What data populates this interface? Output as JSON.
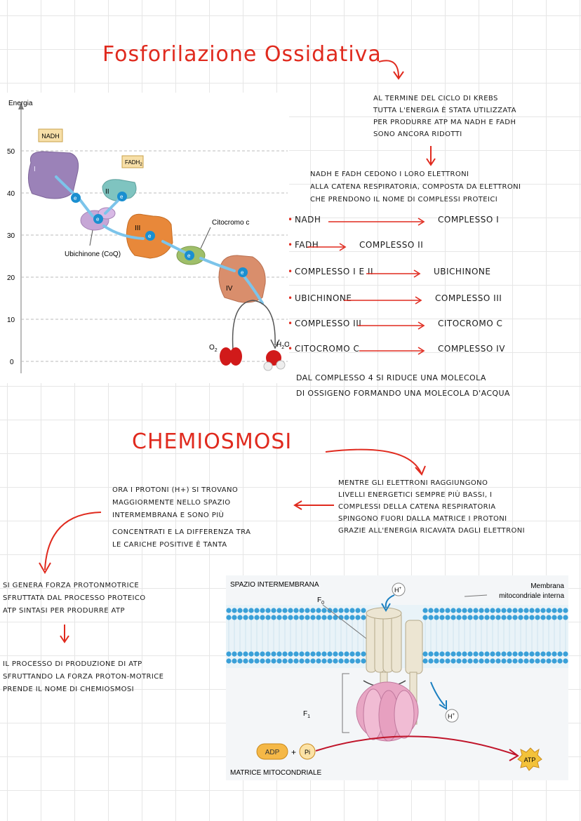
{
  "section1": {
    "title": "Fosforilazione Ossidativa",
    "note1": [
      "Al termine del ciclo di Krebs",
      "tutta l'energia è stata utilizzata",
      "per produrre ATP ma NADH e FADH",
      "sono ancora ridotti"
    ],
    "note2": [
      "NADH e FADH cedono i loro elettroni",
      "alla catena respiratoria, composta da elettroni",
      "che prendono il nome di complessi proteici"
    ],
    "steps": [
      {
        "from": "NADH",
        "to": "Complesso I"
      },
      {
        "from": "FADH",
        "to": "Complesso II"
      },
      {
        "from": "Complesso I e II",
        "to": "Ubichinone"
      },
      {
        "from": "Ubichinone",
        "to": "Complesso III"
      },
      {
        "from": "Complesso III",
        "to": "Citocromo C"
      },
      {
        "from": "Citocromo C",
        "to": "Complesso IV"
      }
    ],
    "conclusion": [
      "Dal complesso 4 si riduce una molecola",
      "di ossigeno formando una molecola d'acqua"
    ]
  },
  "figure1": {
    "y_axis_label": "Energia",
    "y_ticks": [
      "50",
      "40",
      "30",
      "20",
      "10",
      "0"
    ],
    "labels": {
      "nadh": "NADH",
      "fadh2": "FADH",
      "fadh2_sub": "2",
      "complex1": "I",
      "complex2": "II",
      "complex3": "III",
      "complex4": "IV",
      "ubichinone": "Ubichinone (CoQ)",
      "citocromo": "Citocromo c",
      "o2": "O",
      "o2_sub": "2",
      "h2o": "H",
      "h2o_sub": "2",
      "h2o_o": "O",
      "electron": "e"
    },
    "colors": {
      "complex1": "#9b82b8",
      "complex2": "#7fc4c0",
      "complex3": "#e8883a",
      "complex4": "#d98e6c",
      "ubichinone": "#c6a6d6",
      "citocromo": "#9fbf6a",
      "arrow": "#7cc4ea",
      "electron": "#1a8fd0"
    }
  },
  "section2": {
    "title": "Chemiosmosi",
    "note_right": [
      "Mentre gli elettroni raggiungono",
      "livelli energetici sempre più bassi, i",
      "complessi della catena respiratoria",
      "spingono fuori dalla matrice i protoni",
      "grazie all'energia ricavata dagli elettroni"
    ],
    "note_left": [
      "Ora i protoni (H+) si trovano",
      "maggiormente nello spazio",
      "intermembrana e sono più",
      "concentrati e la differenza tra",
      "le cariche positive è tanta"
    ],
    "note_force": [
      "Si genera forza protonmotrice",
      "sfruttata dal processo proteico",
      "ATP sintasi per produrre ATP"
    ],
    "note_final": [
      "Il processo di produzione di ATP",
      "sfruttando la forza proton-motrice",
      "prende il nome di chemiosmosi"
    ]
  },
  "figure2": {
    "space_label": "SPAZIO INTERMEMBRANA",
    "membrane_label": [
      "Membrana",
      "mitocondriale interna"
    ],
    "h_plus": "H",
    "h_plus_sup": "+",
    "f0": "F",
    "f0_sub": "0",
    "f1": "F",
    "f1_sub": "1",
    "adp": "ADP",
    "plus": "+",
    "pi": "Pi",
    "atp": "ATP",
    "matrix_label": "MATRICE MITOCONDRIALE"
  }
}
